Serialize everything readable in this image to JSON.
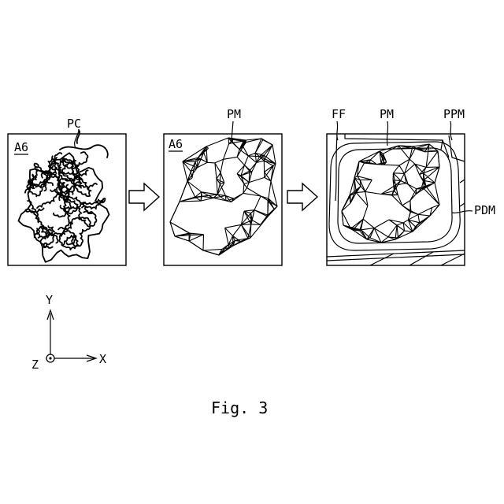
{
  "panels": [
    {
      "area_label": "A6",
      "callout": "PC"
    },
    {
      "area_label": "A6",
      "callout": "PM"
    },
    {
      "callouts": {
        "ff": "FF",
        "pm": "PM",
        "ppm": "PPM",
        "pdm": "PDM"
      }
    }
  ],
  "axes": {
    "y": "Y",
    "x": "X",
    "z": "Z"
  },
  "caption": "Fig. 3"
}
